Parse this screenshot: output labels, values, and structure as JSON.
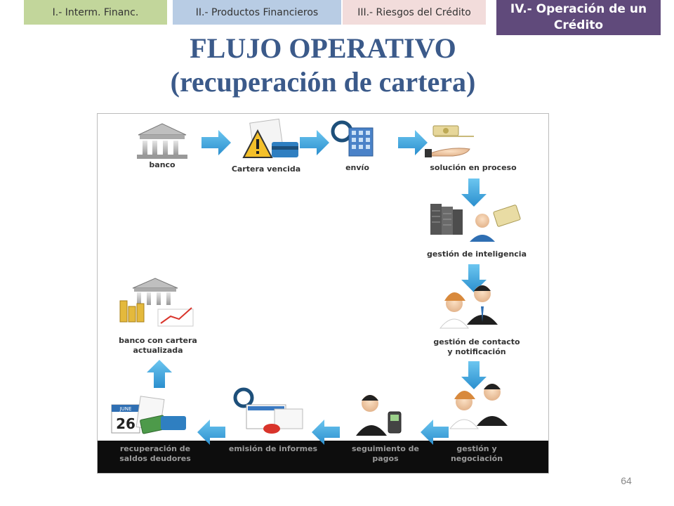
{
  "tabs": [
    {
      "label": "I.- Interm. Financ."
    },
    {
      "label": "II.- Productos Financieros"
    },
    {
      "label": "III.- Riesgos del Crédito"
    },
    {
      "label": "IV.- Operación de un Crédito"
    }
  ],
  "title": {
    "line1": "FLUJO OPERATIVO",
    "line2": "(recuperación de cartera)"
  },
  "steps": {
    "banco": "banco",
    "cartera_vencida": "Cartera vencida",
    "envio": "envío",
    "solucion": "solución en proceso",
    "inteligencia": "gestión de inteligencia",
    "contacto": "gestión de contacto\ny notificación",
    "negociacion": "gestión y\nnegociación",
    "seguimiento": "seguimiento de\npagos",
    "informes": "emisión de informes",
    "recuperacion": "recuperación de\nsaldos deudores",
    "banco_actualizada": "banco con cartera\nactualizada"
  },
  "calendar": {
    "month": "JUNE",
    "day": "26"
  },
  "colors": {
    "arrow": "#35a7e0",
    "title": "#3b5a8a",
    "accent_tab": "#604a7b"
  },
  "page_number": "64"
}
